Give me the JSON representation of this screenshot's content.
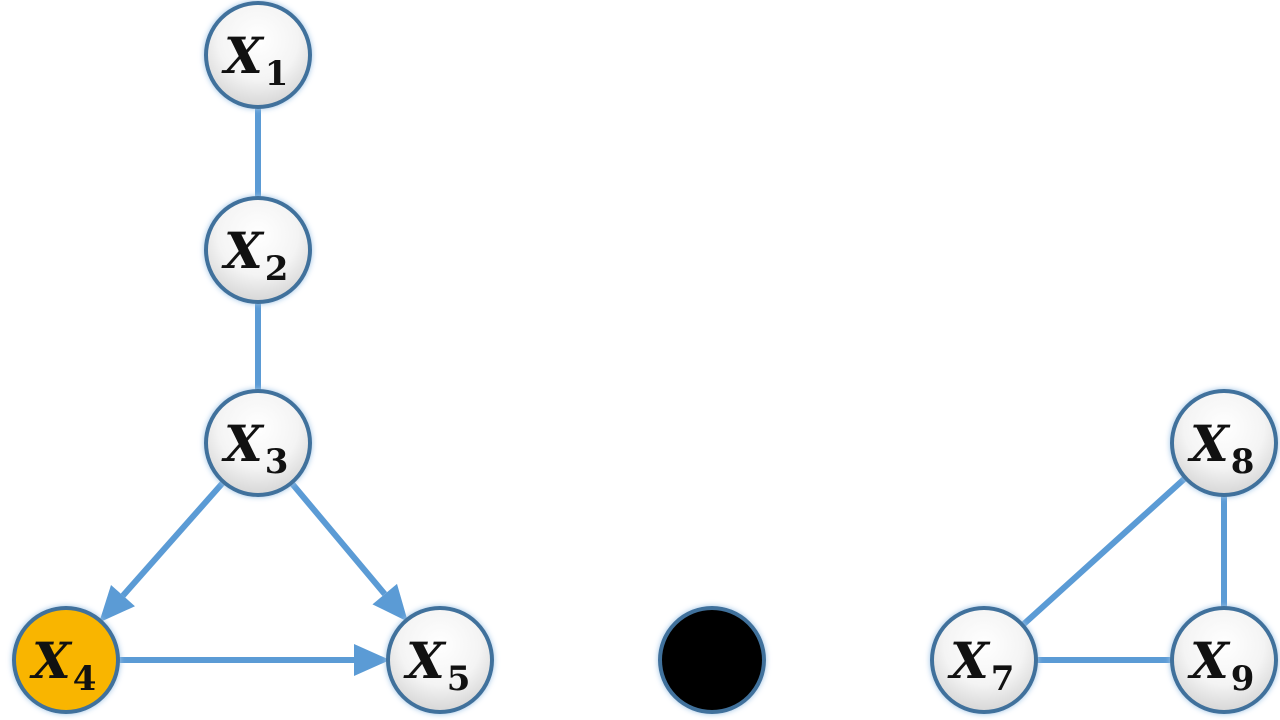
{
  "graph": {
    "nodes": [
      {
        "id": "X1",
        "name": "X",
        "sub": "1",
        "fill": "plain"
      },
      {
        "id": "X2",
        "name": "X",
        "sub": "2",
        "fill": "plain"
      },
      {
        "id": "X3",
        "name": "X",
        "sub": "3",
        "fill": "plain"
      },
      {
        "id": "X4",
        "name": "X",
        "sub": "4",
        "fill": "#F9B500"
      },
      {
        "id": "X5",
        "name": "X",
        "sub": "5",
        "fill": "plain"
      },
      {
        "id": "X6",
        "name": "",
        "sub": "",
        "fill": "#000000"
      },
      {
        "id": "X7",
        "name": "X",
        "sub": "7",
        "fill": "plain"
      },
      {
        "id": "X8",
        "name": "X",
        "sub": "8",
        "fill": "plain"
      },
      {
        "id": "X9",
        "name": "X",
        "sub": "9",
        "fill": "plain"
      }
    ],
    "edges": [
      {
        "from": "X1",
        "to": "X2",
        "directed": false
      },
      {
        "from": "X2",
        "to": "X3",
        "directed": false
      },
      {
        "from": "X3",
        "to": "X4",
        "directed": true
      },
      {
        "from": "X3",
        "to": "X5",
        "directed": true
      },
      {
        "from": "X4",
        "to": "X5",
        "directed": true
      },
      {
        "from": "X8",
        "to": "X7",
        "directed": false
      },
      {
        "from": "X8",
        "to": "X9",
        "directed": false
      },
      {
        "from": "X7",
        "to": "X9",
        "directed": false
      }
    ],
    "colors": {
      "edge": "#5B9BD5",
      "node_border": "#41719C",
      "node_glow": "#9DC3E6",
      "node_fill_top": "#FFFFFF",
      "node_fill_bottom": "#D9D9D9",
      "highlight": "#F9B500",
      "black_node": "#000000"
    }
  }
}
